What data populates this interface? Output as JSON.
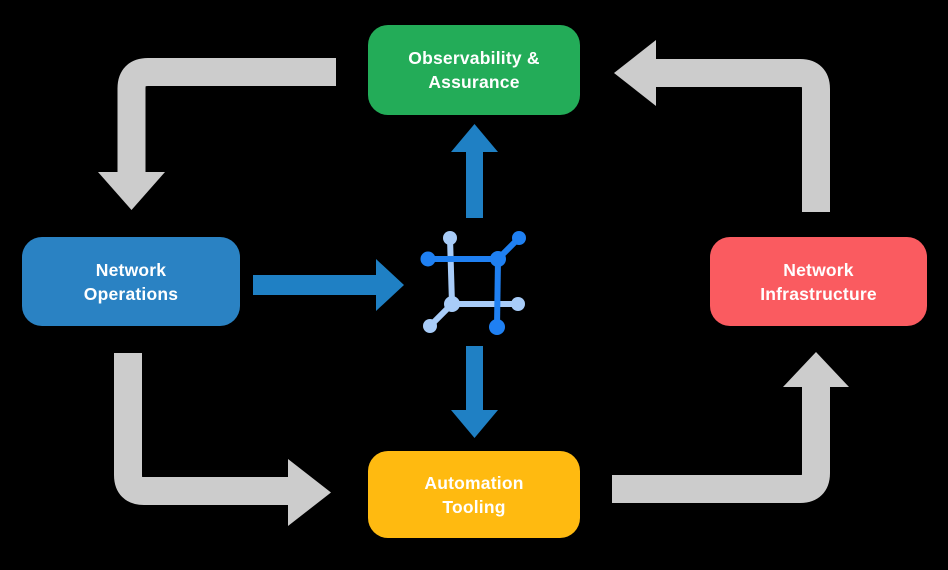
{
  "diagram": {
    "type": "cyclic-flow-diagram",
    "background_color": "#000000",
    "nodes": {
      "observability": {
        "label": "Observability &\nAssurance",
        "color": "#23AC58",
        "position": "top-center"
      },
      "operations": {
        "label": "Network\nOperations",
        "color": "#2A82C3",
        "position": "middle-left"
      },
      "infrastructure": {
        "label": "Network\nInfrastructure",
        "color": "#FA5B60",
        "position": "middle-right"
      },
      "automation": {
        "label": "Automation\nTooling",
        "color": "#FFBA10",
        "position": "bottom-center"
      }
    },
    "center_icon": {
      "name": "network-automation-icon",
      "dark_blue": "#1F80F2",
      "light_blue": "#A8CCF8"
    },
    "arrows": {
      "gray_color": "#CCCCCC",
      "blue_color": "#1F80C4",
      "gray_cycle": [
        "Observability & Assurance -> Network Operations",
        "Network Operations -> Automation Tooling",
        "Automation Tooling -> Network Infrastructure",
        "Network Infrastructure -> Observability & Assurance"
      ],
      "blue_links": [
        "Network Operations -> center icon",
        "center icon -> Observability & Assurance",
        "center icon -> Automation Tooling"
      ]
    }
  }
}
